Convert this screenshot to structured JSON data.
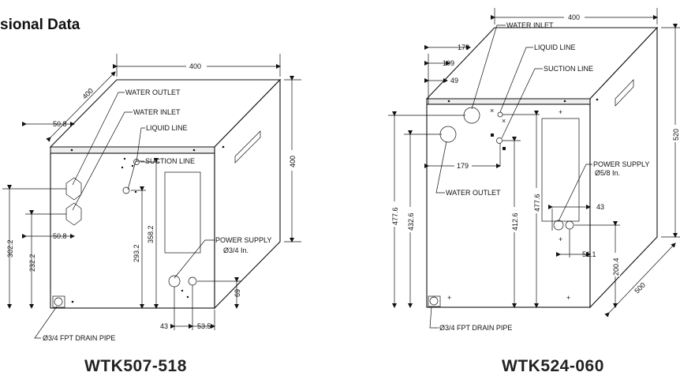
{
  "heading": "sional Data",
  "left": {
    "caption": "WTK507-518",
    "labels": {
      "water_outlet": "WATER OUTLET",
      "water_inlet": "WATER INLET",
      "liquid_line": "LIQUID LINE",
      "suction_line": "SUCTION LINE",
      "power_supply": "POWER SUPPLY",
      "power_size": "Ø3/4 In.",
      "drain": "Ø3/4 FPT DRAIN PIPE"
    },
    "dims": {
      "width_top": "400",
      "depth": "400",
      "height": "400",
      "d50_8_top": "50.8",
      "d50_8_bottom": "50.8",
      "h302_2": "302.2",
      "h232_2": "232.2",
      "h293_2": "293.2",
      "h358_2": "358.2",
      "h69": "69",
      "d43": "43",
      "d53_5": "53.5"
    }
  },
  "right": {
    "caption": "WTK524-060",
    "labels": {
      "water_inlet": "WATER INLET",
      "liquid_line": "LIQUID LINE",
      "suction_line": "SUCTION LINE",
      "water_outlet": "WATER OUTLET",
      "power_supply": "POWER SUPPLY",
      "power_size": "Ø5/8 In.",
      "drain": "Ø3/4 FPT DRAIN PIPE"
    },
    "dims": {
      "width_top": "400",
      "depth": "500",
      "height": "520",
      "d179_top": "179",
      "d109": "109",
      "d49": "49",
      "d179_mid": "179",
      "h477_6_left": "477.6",
      "h432_6": "432.6",
      "h412_6": "412.6",
      "h477_6_mid": "477.6",
      "d43": "43",
      "d51_1": "51.1",
      "h200_4": "200.4"
    }
  }
}
